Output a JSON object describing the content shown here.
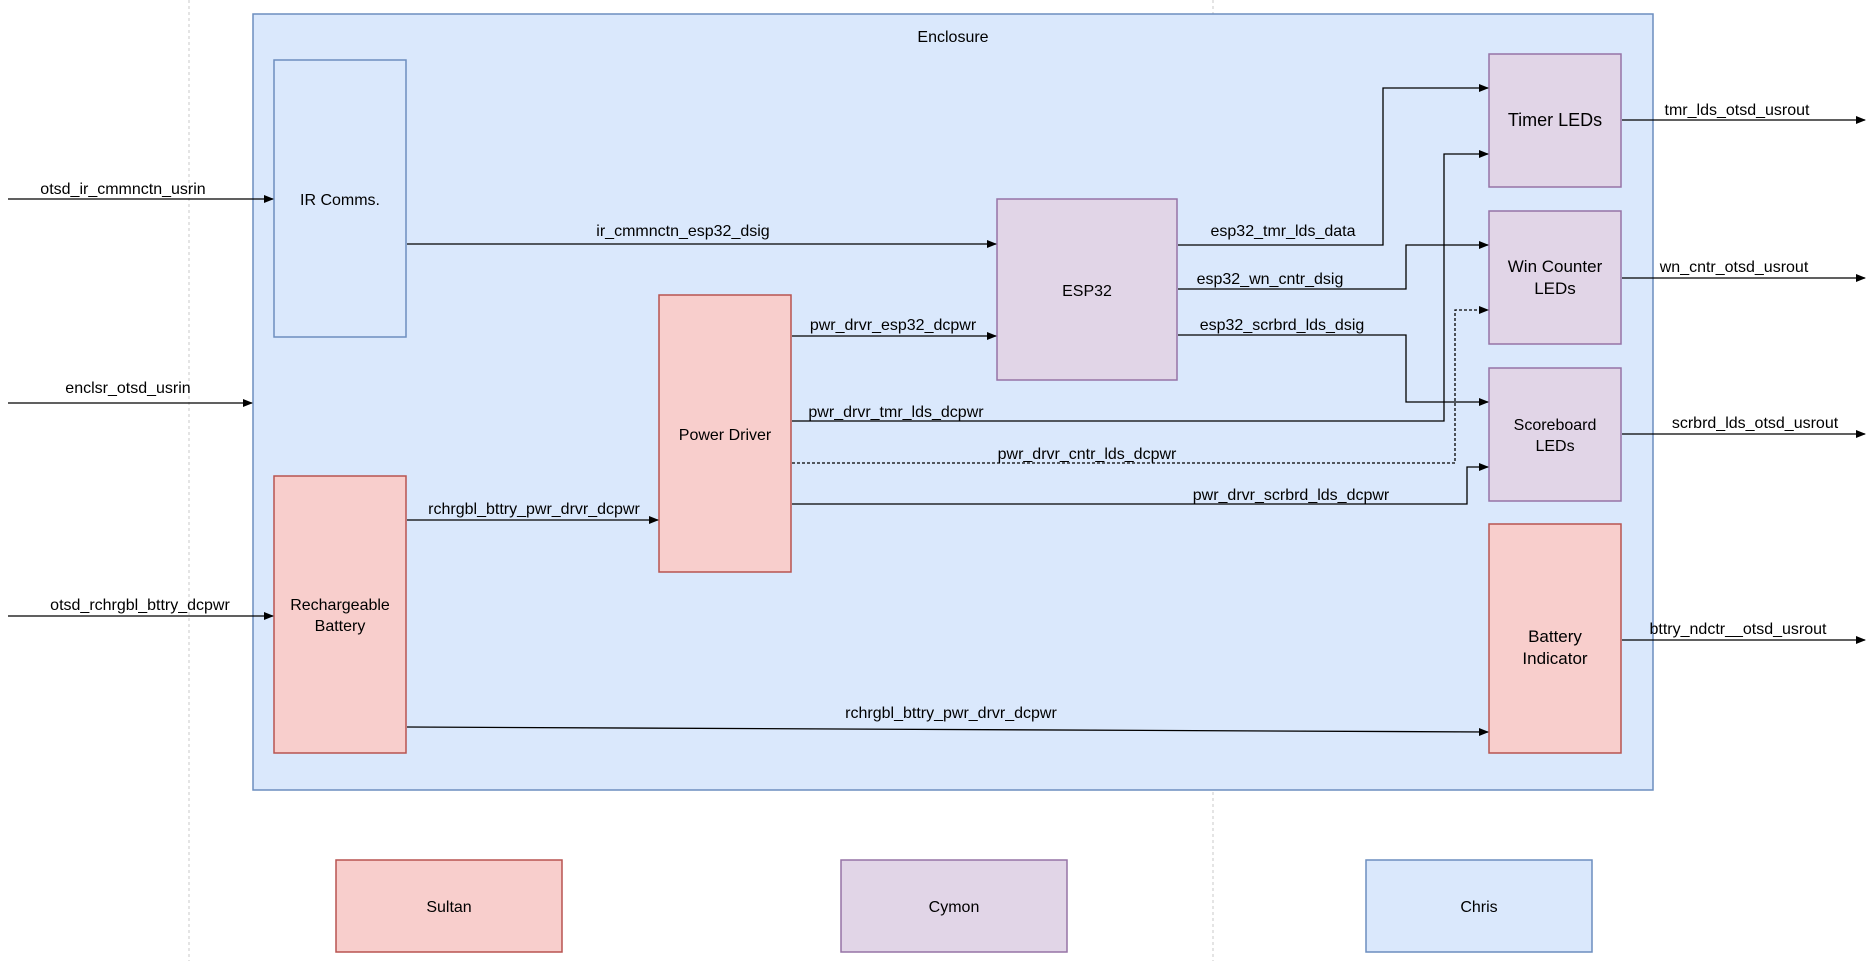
{
  "colors": {
    "blue_fill": "#dae8fc",
    "blue_stroke": "#6c8ebf",
    "red_fill": "#f8cecc",
    "red_stroke": "#b85450",
    "purple_fill": "#e1d5e7",
    "purple_stroke": "#9673a6",
    "divider": "#c8c8c8"
  },
  "enclosure": {
    "label": "Enclosure"
  },
  "blocks": {
    "ir_comms": "IR Comms.",
    "battery_line1": "Rechargeable",
    "battery_line2": "Battery",
    "power_driver": "Power Driver",
    "esp32": "ESP32",
    "timer_leds": "Timer LEDs",
    "win_line1": "Win Counter",
    "win_line2": "LEDs",
    "score_line1": "Scoreboard",
    "score_line2": "LEDs",
    "batind_line1": "Battery",
    "batind_line2": "Indicator"
  },
  "inputs": {
    "ir": "otsd_ir_cmmnctn_usrin",
    "enclosure": "enclsr_otsd_usrin",
    "battery": "otsd_rchrgbl_bttry_dcpwr"
  },
  "signals": {
    "ir_esp32": "ir_cmmnctn_esp32_dsig",
    "bat_pwr": "rchrgbl_bttry_pwr_drvr_dcpwr",
    "pwr_esp32": "pwr_drvr_esp32_dcpwr",
    "pwr_tmr": "pwr_drvr_tmr_lds_dcpwr",
    "pwr_cntr": "pwr_drvr_cntr_lds_dcpwr",
    "pwr_scr": "pwr_drvr_scrbrd_lds_dcpwr",
    "esp_tmr": "esp32_tmr_lds_data",
    "esp_wn": "esp32_wn_cntr_dsig",
    "esp_scr": "esp32_scrbrd_lds_dsig",
    "bat_ind": "rchrgbl_bttry_pwr_drvr_dcpwr"
  },
  "outputs": {
    "tmr": "tmr_lds_otsd_usrout",
    "wn": "wn_cntr_otsd_usrout",
    "scr": "scrbrd_lds_otsd_usrout",
    "bat": "bttry_ndctr__otsd_usrout"
  },
  "legend": {
    "sultan": "Sultan",
    "cymon": "Cymon",
    "chris": "Chris"
  }
}
